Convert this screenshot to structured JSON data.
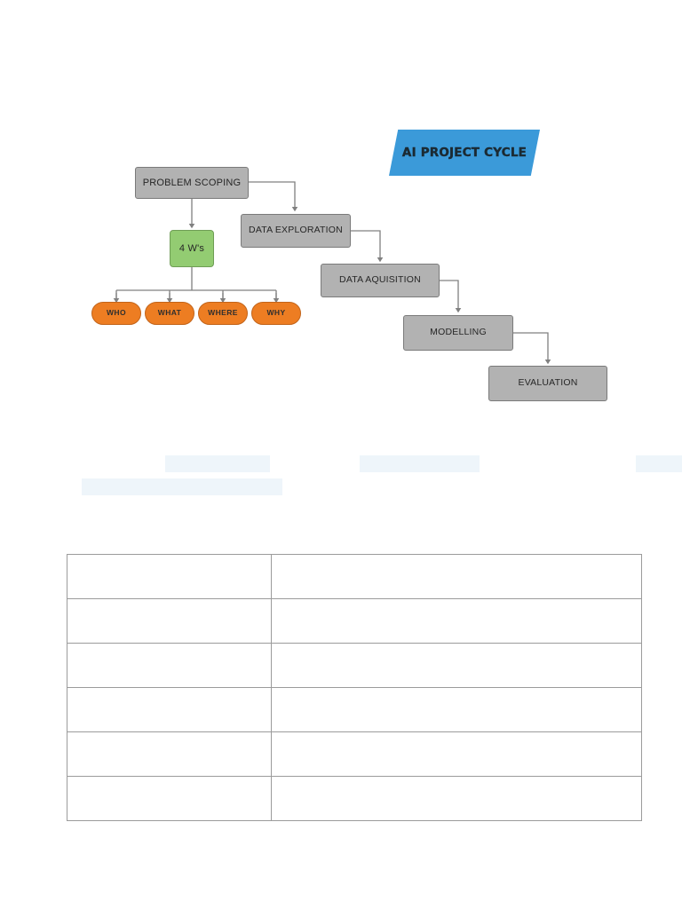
{
  "document": {
    "title": "AI Project Cycle"
  },
  "banner": {
    "label": "AI PROJECT CYCLE",
    "color": "#3b9ad9",
    "text_color": "#1b2a33"
  },
  "diagram": {
    "type": "flowchart",
    "colors": {
      "stage_box": "#b2b2b2",
      "stage_border": "#7a7a7a",
      "sub_stage_box": "#93cc72",
      "question_pill": "#ed7d22",
      "connector": "#808080"
    },
    "stages": [
      {
        "id": "problem-scoping",
        "label": "PROBLEM SCOPING",
        "shape": "rect",
        "color": "#b2b2b2"
      },
      {
        "id": "data-exploration",
        "label": "DATA EXPLORATION",
        "shape": "rect",
        "color": "#b2b2b2"
      },
      {
        "id": "data-aquisition",
        "label": "DATA AQUISITION",
        "shape": "rect",
        "color": "#b2b2b2"
      },
      {
        "id": "modelling",
        "label": "MODELLING",
        "shape": "rect",
        "color": "#b2b2b2"
      },
      {
        "id": "evaluation",
        "label": "EVALUATION",
        "shape": "rect",
        "color": "#b2b2b2"
      }
    ],
    "sub_stage": {
      "id": "four-ws",
      "label": "4 W's",
      "shape": "rect",
      "color": "#93cc72"
    },
    "questions": [
      {
        "id": "who",
        "label": "WHO"
      },
      {
        "id": "what",
        "label": "WHAT"
      },
      {
        "id": "where",
        "label": "WHERE"
      },
      {
        "id": "why",
        "label": "WHY"
      }
    ],
    "connections": [
      {
        "from": "problem-scoping",
        "to": "data-exploration"
      },
      {
        "from": "problem-scoping",
        "to": "four-ws"
      },
      {
        "from": "data-exploration",
        "to": "data-aquisition"
      },
      {
        "from": "data-aquisition",
        "to": "modelling"
      },
      {
        "from": "modelling",
        "to": "evaluation"
      },
      {
        "from": "four-ws",
        "to": "who"
      },
      {
        "from": "four-ws",
        "to": "what"
      },
      {
        "from": "four-ws",
        "to": "where"
      },
      {
        "from": "four-ws",
        "to": "why"
      }
    ]
  },
  "highlights": [
    {
      "id": "highlight-1",
      "color": "#eef5fa"
    },
    {
      "id": "highlight-2",
      "color": "#eef5fa"
    },
    {
      "id": "highlight-3",
      "color": "#eef5fa"
    },
    {
      "id": "highlight-4",
      "color": "#eef5fa"
    }
  ],
  "table": {
    "columns": 2,
    "rows": [
      {
        "col_a": "",
        "col_b": ""
      },
      {
        "col_a": "",
        "col_b": ""
      },
      {
        "col_a": "",
        "col_b": ""
      },
      {
        "col_a": "",
        "col_b": ""
      },
      {
        "col_a": "",
        "col_b": ""
      },
      {
        "col_a": "",
        "col_b": ""
      }
    ]
  }
}
